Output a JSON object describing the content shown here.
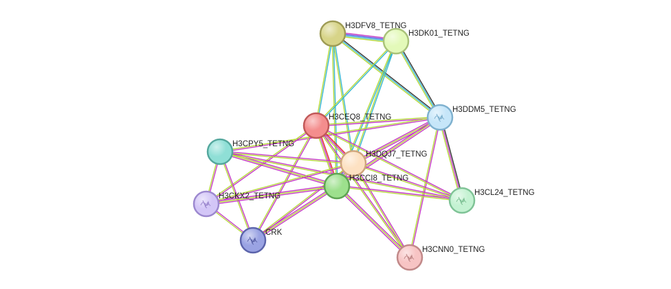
{
  "nodes": [
    {
      "id": "h3dfv8",
      "label": "H3DFV8_TETNG",
      "color": "#d7d488",
      "stroke": "#9e9b55",
      "structure": false
    },
    {
      "id": "h3dk01",
      "label": "H3DK01_TETNG",
      "color": "#e3f9b9",
      "stroke": "#a9c27a",
      "structure": false
    },
    {
      "id": "h3ddm5",
      "label": "H3DDM5_TETNG",
      "color": "#c6e6f9",
      "stroke": "#7fb1cf",
      "structure": true
    },
    {
      "id": "h3ceq8",
      "label": "H3CEQ8_TETNG",
      "color": "#f48d8d",
      "stroke": "#c05858",
      "structure": false
    },
    {
      "id": "h3cpy5",
      "label": "H3CPY5_TETNG",
      "color": "#8fdfd6",
      "stroke": "#54a79d",
      "structure": false
    },
    {
      "id": "h3dqj7",
      "label": "H3DQJ7_TETNG",
      "color": "#fde1c2",
      "stroke": "#cfa57c",
      "structure": false
    },
    {
      "id": "h3cci8",
      "label": "H3CCI8_TETNG",
      "color": "#9de08d",
      "stroke": "#5ea553",
      "structure": false
    },
    {
      "id": "h3ckx2",
      "label": "H3CKX2_TETNG",
      "color": "#d3c6f7",
      "stroke": "#9c88cf",
      "structure": true
    },
    {
      "id": "crk",
      "label": "CRK",
      "color": "#9aa3e3",
      "stroke": "#5c64ab",
      "structure": true
    },
    {
      "id": "h3cl24",
      "label": "H3CL24_TETNG",
      "color": "#c4f2d2",
      "stroke": "#7fc396",
      "structure": true
    },
    {
      "id": "h3cnn0",
      "label": "H3CNN0_TETNG",
      "color": "#f7c4c4",
      "stroke": "#c18989",
      "structure": true
    }
  ],
  "edge_colors": {
    "purple": "#c43bc4",
    "green": "#b5d83a",
    "cyan": "#37b6cf",
    "blue": "#4a4ae0",
    "black": "#333333",
    "red": "#e0262b"
  },
  "edges": [
    {
      "a": "h3dfv8",
      "b": "h3dk01",
      "types": [
        "purple",
        "blue",
        "cyan",
        "green"
      ]
    },
    {
      "a": "h3dfv8",
      "b": "h3ddm5",
      "types": [
        "black",
        "cyan",
        "green"
      ]
    },
    {
      "a": "h3dfv8",
      "b": "h3ceq8",
      "types": [
        "cyan",
        "green"
      ]
    },
    {
      "a": "h3dfv8",
      "b": "h3dqj7",
      "types": [
        "cyan",
        "green"
      ]
    },
    {
      "a": "h3dfv8",
      "b": "h3cci8",
      "types": [
        "cyan",
        "green"
      ]
    },
    {
      "a": "h3dk01",
      "b": "h3ddm5",
      "types": [
        "black",
        "cyan",
        "green"
      ]
    },
    {
      "a": "h3dk01",
      "b": "h3ceq8",
      "types": [
        "cyan",
        "green"
      ]
    },
    {
      "a": "h3dk01",
      "b": "h3dqj7",
      "types": [
        "cyan",
        "green"
      ]
    },
    {
      "a": "h3dk01",
      "b": "h3cci8",
      "types": [
        "cyan",
        "green"
      ]
    },
    {
      "a": "h3ddm5",
      "b": "h3ceq8",
      "types": [
        "purple",
        "green"
      ]
    },
    {
      "a": "h3ddm5",
      "b": "h3dqj7",
      "types": [
        "purple",
        "green",
        "purple"
      ]
    },
    {
      "a": "h3ddm5",
      "b": "h3cci8",
      "types": [
        "purple",
        "green",
        "purple"
      ]
    },
    {
      "a": "h3ddm5",
      "b": "h3cl24",
      "types": [
        "black",
        "purple",
        "green"
      ]
    },
    {
      "a": "h3ddm5",
      "b": "h3cnn0",
      "types": [
        "purple",
        "green"
      ]
    },
    {
      "a": "h3ddm5",
      "b": "h3cpy5",
      "types": [
        "purple",
        "green"
      ]
    },
    {
      "a": "h3ceq8",
      "b": "h3dqj7",
      "types": [
        "red",
        "purple",
        "green"
      ]
    },
    {
      "a": "h3ceq8",
      "b": "h3cci8",
      "types": [
        "red",
        "purple",
        "green"
      ]
    },
    {
      "a": "h3ceq8",
      "b": "h3ckx2",
      "types": [
        "purple",
        "green"
      ]
    },
    {
      "a": "h3ceq8",
      "b": "crk",
      "types": [
        "purple",
        "green"
      ]
    },
    {
      "a": "h3ceq8",
      "b": "h3cl24",
      "types": [
        "purple",
        "green"
      ]
    },
    {
      "a": "h3ceq8",
      "b": "h3cnn0",
      "types": [
        "purple",
        "green"
      ]
    },
    {
      "a": "h3cpy5",
      "b": "h3dqj7",
      "types": [
        "purple",
        "green"
      ]
    },
    {
      "a": "h3cpy5",
      "b": "h3cci8",
      "types": [
        "purple",
        "green",
        "purple"
      ]
    },
    {
      "a": "h3cpy5",
      "b": "h3ckx2",
      "types": [
        "purple",
        "green"
      ]
    },
    {
      "a": "h3cpy5",
      "b": "crk",
      "types": [
        "purple",
        "green"
      ]
    },
    {
      "a": "h3cpy5",
      "b": "h3cl24",
      "types": [
        "purple",
        "green"
      ]
    },
    {
      "a": "h3dqj7",
      "b": "h3cci8",
      "types": [
        "purple",
        "green",
        "purple"
      ]
    },
    {
      "a": "h3dqj7",
      "b": "h3ckx2",
      "types": [
        "purple",
        "green"
      ]
    },
    {
      "a": "h3dqj7",
      "b": "crk",
      "types": [
        "purple",
        "green"
      ]
    },
    {
      "a": "h3dqj7",
      "b": "h3cl24",
      "types": [
        "purple",
        "green"
      ]
    },
    {
      "a": "h3dqj7",
      "b": "h3cnn0",
      "types": [
        "purple",
        "green"
      ]
    },
    {
      "a": "h3cci8",
      "b": "h3ckx2",
      "types": [
        "purple",
        "green",
        "purple"
      ]
    },
    {
      "a": "h3cci8",
      "b": "crk",
      "types": [
        "purple",
        "green",
        "purple"
      ]
    },
    {
      "a": "h3cci8",
      "b": "h3cl24",
      "types": [
        "purple",
        "green"
      ]
    },
    {
      "a": "h3cci8",
      "b": "h3cnn0",
      "types": [
        "purple",
        "green",
        "purple"
      ]
    },
    {
      "a": "h3ckx2",
      "b": "crk",
      "types": [
        "purple",
        "green"
      ]
    }
  ]
}
